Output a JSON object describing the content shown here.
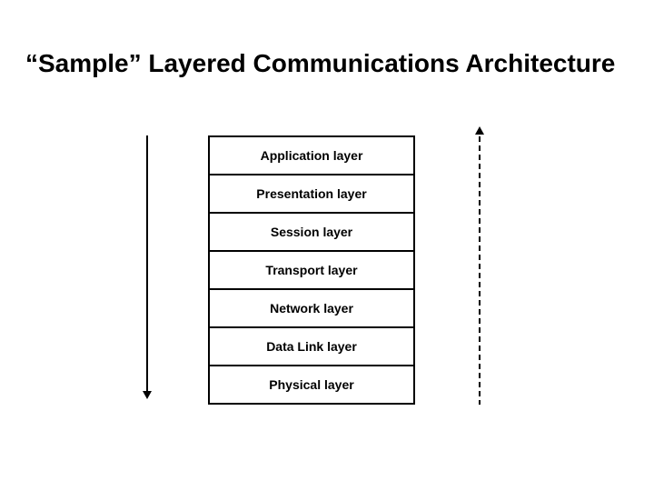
{
  "slide": {
    "title": "“Sample” Layered Communications Architecture",
    "layers": [
      "Application layer",
      "Presentation layer",
      "Session layer",
      "Transport layer",
      "Network layer",
      "Data Link layer",
      "Physical layer"
    ],
    "arrows": {
      "left": {
        "style": "solid",
        "direction": "down"
      },
      "right": {
        "style": "dashed",
        "direction": "up"
      }
    },
    "colors": {
      "background": "#FFFFFF",
      "text": "#000000",
      "box_border": "#000000",
      "box_fill": "#FFFFFF",
      "arrow": "#000000"
    }
  }
}
